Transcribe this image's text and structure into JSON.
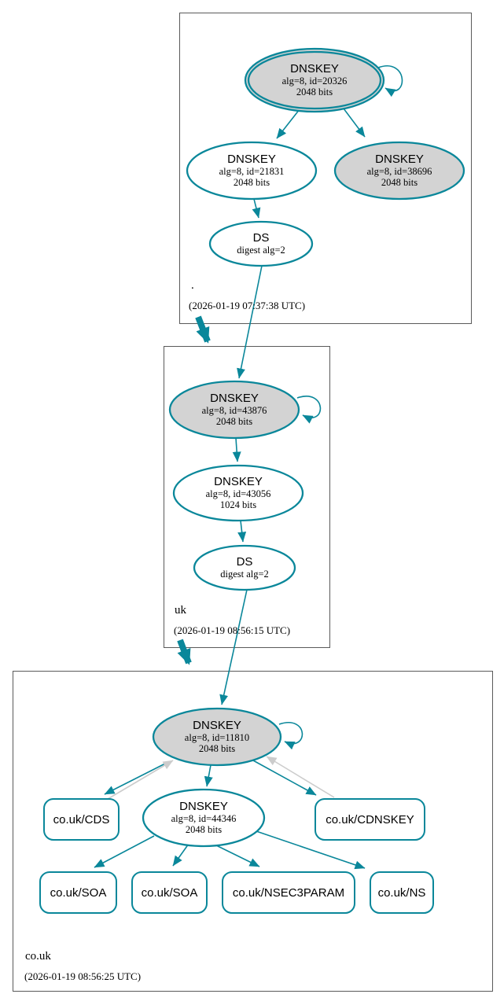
{
  "diagram_type": "dnssec-authentication-chain",
  "colors": {
    "secure_edge": "#0a879a",
    "key_fill_gray": "#d3d3d3",
    "node_fill_white": "#ffffff",
    "warning_edge_gray": "#cccccc",
    "cluster_border": "#5a5a5a",
    "text": "#000000"
  },
  "clusters": {
    "root": {
      "label": ".",
      "timestamp": "(2026-01-19 07:37:38 UTC)"
    },
    "uk": {
      "label": "uk",
      "timestamp": "(2026-01-19 08:56:15 UTC)"
    },
    "couk": {
      "label": "co.uk",
      "timestamp": "(2026-01-19 08:56:25 UTC)"
    }
  },
  "nodes": {
    "root_ksk": {
      "title": "DNSKEY",
      "alg": "alg=8, id=20326",
      "bits": "2048 bits"
    },
    "root_zsk": {
      "title": "DNSKEY",
      "alg": "alg=8, id=21831",
      "bits": "2048 bits"
    },
    "root_ksk2": {
      "title": "DNSKEY",
      "alg": "alg=8, id=38696",
      "bits": "2048 bits"
    },
    "root_ds": {
      "title": "DS",
      "alg": "digest alg=2"
    },
    "uk_ksk": {
      "title": "DNSKEY",
      "alg": "alg=8, id=43876",
      "bits": "2048 bits"
    },
    "uk_zsk": {
      "title": "DNSKEY",
      "alg": "alg=8, id=43056",
      "bits": "1024 bits"
    },
    "uk_ds": {
      "title": "DS",
      "alg": "digest alg=2"
    },
    "couk_ksk": {
      "title": "DNSKEY",
      "alg": "alg=8, id=11810",
      "bits": "2048 bits"
    },
    "couk_zsk": {
      "title": "DNSKEY",
      "alg": "alg=8, id=44346",
      "bits": "2048 bits"
    },
    "couk_cds": {
      "label": "co.uk/CDS"
    },
    "couk_cdnskey": {
      "label": "co.uk/CDNSKEY"
    },
    "couk_soa1": {
      "label": "co.uk/SOA"
    },
    "couk_soa2": {
      "label": "co.uk/SOA"
    },
    "couk_nsec3param": {
      "label": "co.uk/NSEC3PARAM"
    },
    "couk_ns": {
      "label": "co.uk/NS"
    }
  }
}
